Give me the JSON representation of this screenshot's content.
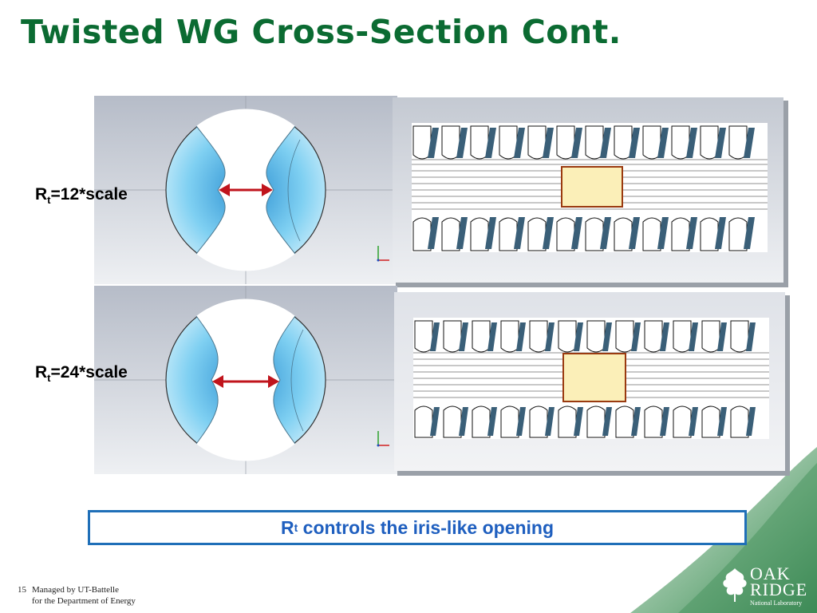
{
  "slide": {
    "title": "Twisted WG Cross-Section Cont.",
    "page_number": "15",
    "footer_line1": "Managed by UT-Battelle",
    "footer_line2": "for the Department of Energy"
  },
  "panels": [
    {
      "label_main": "R",
      "label_sub": "t",
      "label_value": "=12*scale"
    },
    {
      "label_main": "R",
      "label_sub": "t",
      "label_value": "=24*scale"
    }
  ],
  "callout": {
    "main": "R",
    "sub": "t",
    "text": " controls the iris-like opening"
  },
  "logo": {
    "line1": "OAK",
    "line2": "RIDGE",
    "line3": "National Laboratory"
  },
  "colors": {
    "title": "#0b6b32",
    "callout_border": "#1f6fb8",
    "callout_text": "#1f5fbf",
    "arrow": "#c0141c",
    "highlight_box": "#fbefb8",
    "highlight_border": "#9a3a10",
    "iris_blue": "#7fd0f2",
    "logo_green": "#2e7d4a"
  }
}
